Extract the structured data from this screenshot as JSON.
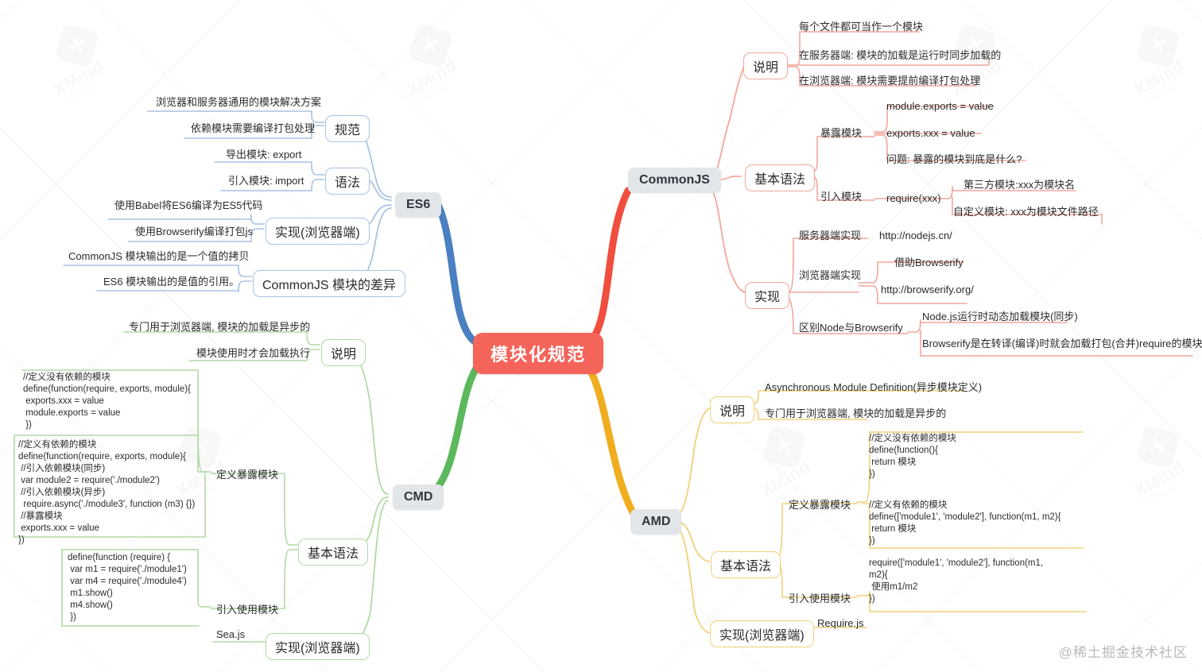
{
  "meta": {
    "watermark_text": "XMind",
    "watermark_sub": "试用版本",
    "credit": "@稀土掘金技术社区",
    "colors": {
      "central_bg": "#f4645a",
      "main_node_bg": "#e3e6e8",
      "commonjs_branch": "#f04e3e",
      "es6_branch": "#4a7fc1",
      "cmd_branch": "#5cb85c",
      "amd_branch": "#f0ad1e"
    }
  },
  "central": {
    "label": "模块化规范"
  },
  "branches": {
    "commonjs": {
      "label": "CommonJS",
      "color": "#f04e3e",
      "groups": [
        {
          "label": "说明",
          "leaves": [
            "每个文件都可当作一个模块",
            "在服务器端: 模块的加载是运行时同步加载的",
            "在浏览器端: 模块需要提前编译打包处理"
          ]
        },
        {
          "label": "基本语法",
          "children": [
            {
              "label": "暴露模块",
              "leaves": [
                "module.exports = value",
                "exports.xxx = value",
                "问题: 暴露的模块到底是什么?"
              ]
            },
            {
              "label": "引入模块",
              "value": "require(xxx)",
              "leaves": [
                "第三方模块:xxx为模块名",
                "自定义模块: xxx为模块文件路径"
              ]
            }
          ]
        },
        {
          "label": "实现",
          "children": [
            {
              "label": "服务器端实现",
              "leaves": [
                "http://nodejs.cn/"
              ]
            },
            {
              "label": "浏览器端实现",
              "leaves": [
                "借助Browserify",
                "http://browserify.org/"
              ]
            },
            {
              "label": "区别Node与Browserify",
              "leaves": [
                "Node.js运行时动态加载模块(同步)",
                "Browserify是在转译(编译)时就会加载打包(合并)require的模块"
              ]
            }
          ]
        }
      ]
    },
    "es6": {
      "label": "ES6",
      "color": "#4a7fc1",
      "groups": [
        {
          "label": "规范",
          "leaves": [
            "浏览器和服务器通用的模块解决方案",
            "依赖模块需要编译打包处理"
          ]
        },
        {
          "label": "语法",
          "leaves": [
            "导出模块: export",
            "引入模块: import"
          ]
        },
        {
          "label": "实现(浏览器端)",
          "leaves": [
            "使用Babel将ES6编译为ES5代码",
            "使用Browserify编译打包js"
          ]
        },
        {
          "label": "CommonJS 模块的差异",
          "leaves": [
            "CommonJS 模块输出的是一个值的拷贝",
            "ES6 模块输出的是值的引用。"
          ]
        }
      ]
    },
    "cmd": {
      "label": "CMD",
      "color": "#5cb85c",
      "groups": [
        {
          "label": "说明",
          "leaves": [
            "专门用于浏览器端, 模块的加载是异步的",
            "模块使用时才会加载执行"
          ]
        },
        {
          "label": "基本语法",
          "children": [
            {
              "label": "定义暴露模块",
              "code_leaves": [
                "//定义没有依赖的模块\ndefine(function(require, exports, module){\n exports.xxx = value\n module.exports = value\n })",
                "//定义有依赖的模块\ndefine(function(require, exports, module){\n //引入依赖模块(同步)\n var module2 = require('./module2')\n //引入依赖模块(异步)\n  require.async('./module3', function (m3) {})\n //暴露模块\n exports.xxx = value\n})"
              ]
            },
            {
              "label": "引入使用模块",
              "code_leaves": [
                "define(function (require) {\n var m1 = require('./module1')\n var m4 = require('./module4')\n m1.show()\n m4.show()\n })"
              ]
            }
          ]
        },
        {
          "label": "实现(浏览器端)",
          "leaves": [
            "Sea.js"
          ]
        }
      ]
    },
    "amd": {
      "label": "AMD",
      "color": "#f0ad1e",
      "groups": [
        {
          "label": "说明",
          "leaves": [
            "Asynchronous Module Definition(异步模块定义)",
            "专门用于浏览器端, 模块的加载是异步的"
          ]
        },
        {
          "label": "基本语法",
          "children": [
            {
              "label": "定义暴露模块",
              "code_leaves": [
                "//定义没有依赖的模块\ndefine(function(){\n return 模块\n})",
                "//定义有依赖的模块\ndefine(['module1', 'module2'], function(m1, m2){\n return 模块\n})"
              ]
            },
            {
              "label": "引入使用模块",
              "code_leaves": [
                "require(['module1', 'module2'], function(m1,\nm2){\n 使用m1/m2\n})"
              ]
            }
          ]
        },
        {
          "label": "实现(浏览器端)",
          "leaves": [
            "Require.js"
          ]
        }
      ]
    }
  }
}
